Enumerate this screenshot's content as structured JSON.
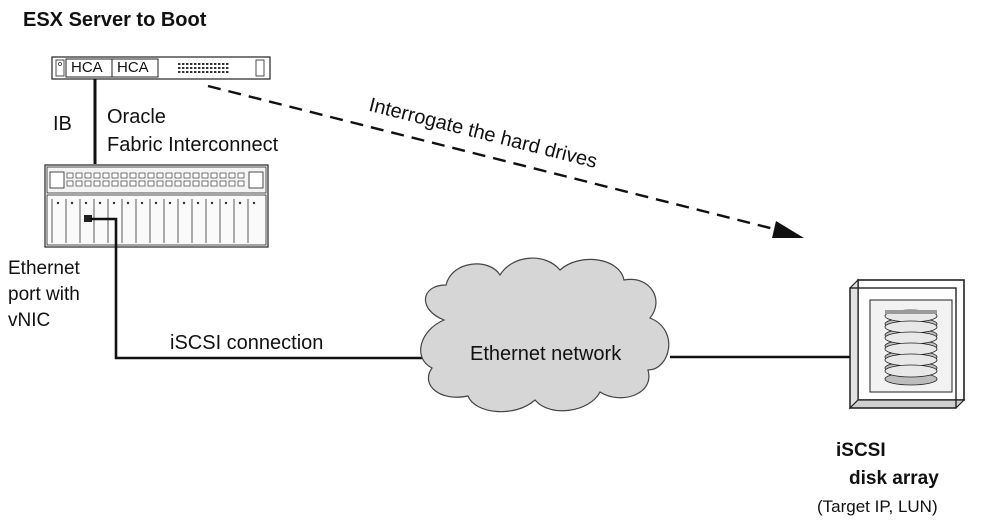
{
  "title": "ESX Server to Boot",
  "server": {
    "hca_left": "HCA",
    "hca_right": "HCA"
  },
  "link_ib": "IB",
  "interconnect": {
    "line1": "Oracle",
    "line2": "Fabric Interconnect"
  },
  "ethernet_port": {
    "line1": "Ethernet",
    "line2": "port with",
    "line3": "vNIC"
  },
  "iscsi_connection": "iSCSI connection",
  "network": "Ethernet network",
  "interrogate": "Interrogate the hard drives",
  "disk_array": {
    "line1": "iSCSI",
    "line2": "disk array",
    "line3": "(Target IP, LUN)"
  }
}
